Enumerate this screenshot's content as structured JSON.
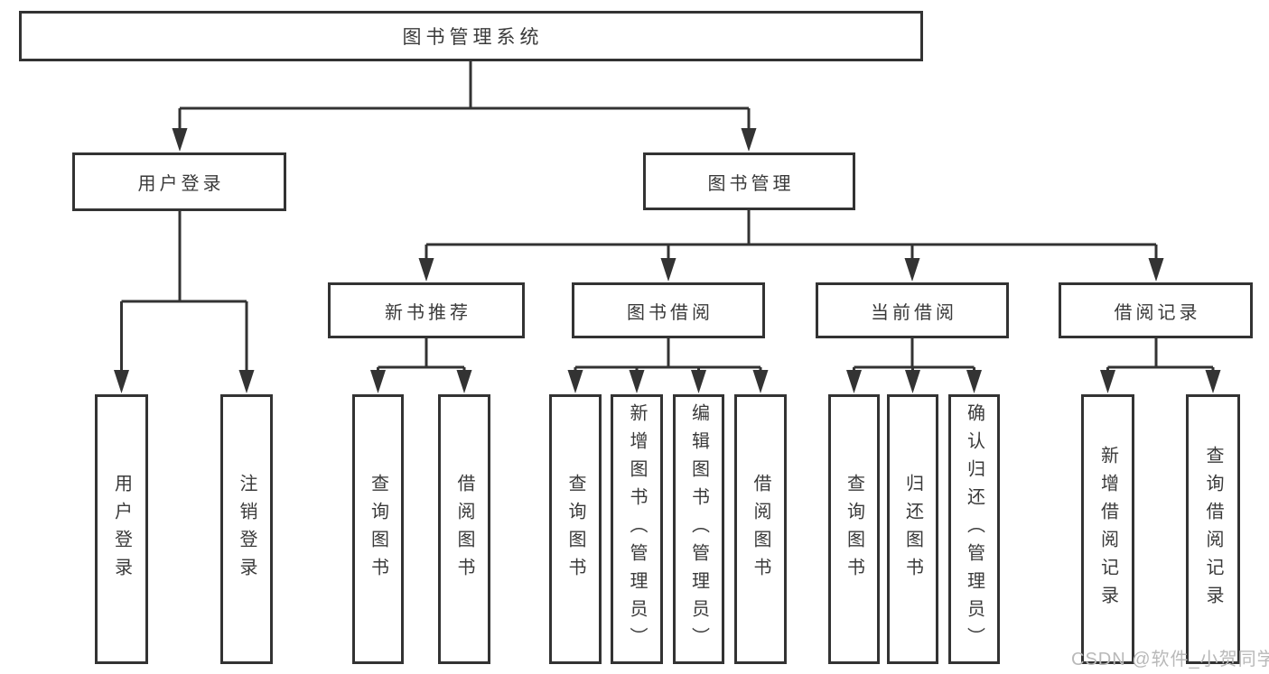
{
  "nodes": {
    "root": {
      "label": "图书管理系统"
    },
    "user_login": {
      "label": "用户登录",
      "children": [
        {
          "label": "用户登录"
        },
        {
          "label": "注销登录"
        }
      ]
    },
    "book_mgmt": {
      "label": "图书管理",
      "children": [
        {
          "label": "新书推荐",
          "children": [
            {
              "label": "查询图书"
            },
            {
              "label": "借阅图书"
            }
          ]
        },
        {
          "label": "图书借阅",
          "children": [
            {
              "label": "查询图书"
            },
            {
              "label": "新增图书（管理员）"
            },
            {
              "label": "编辑图书（管理员）"
            },
            {
              "label": "借阅图书"
            }
          ]
        },
        {
          "label": "当前借阅",
          "children": [
            {
              "label": "查询图书"
            },
            {
              "label": "归还图书"
            },
            {
              "label": "确认归还（管理员）"
            }
          ]
        },
        {
          "label": "借阅记录",
          "children": [
            {
              "label": "新增借阅记录"
            },
            {
              "label": "查询借阅记录"
            }
          ]
        }
      ]
    }
  },
  "watermark": {
    "text": "CSDN @软件_小贺同学"
  },
  "colors": {
    "line": "#333333",
    "text": "#3a3a3a",
    "watermark": "#b9b9b9",
    "bg": "#ffffff"
  }
}
